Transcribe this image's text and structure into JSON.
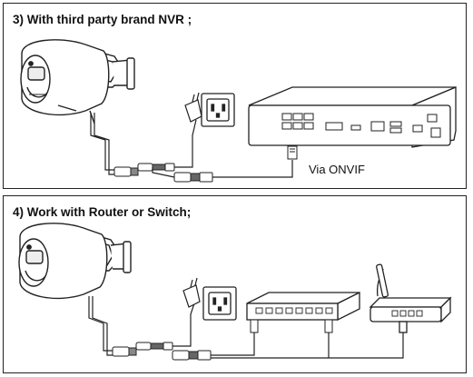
{
  "sections": [
    {
      "title": "3) With third party brand NVR ;",
      "connection_label": "Via ONVIF"
    },
    {
      "title": "4) Work with Router or Switch;"
    }
  ],
  "icons": [
    "ip-camera-icon",
    "power-adapter-icon",
    "wall-outlet-icon",
    "nvr-icon",
    "network-switch-icon",
    "wifi-router-icon",
    "rj45-plug-icon"
  ],
  "colors": {
    "line": "#222222",
    "border": "#222222",
    "background": "#ffffff"
  }
}
